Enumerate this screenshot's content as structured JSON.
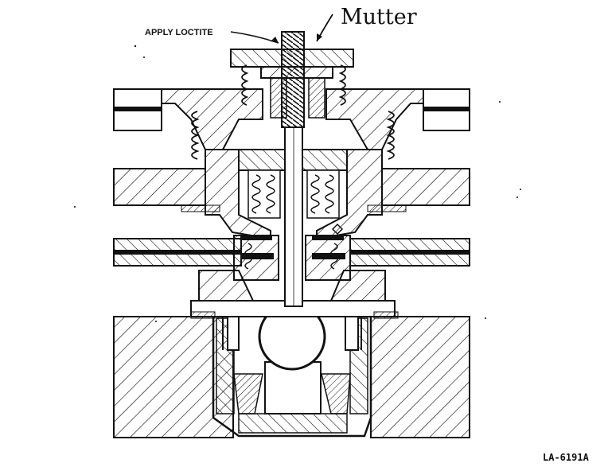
{
  "annotations": {
    "apply_loctite": "APPLY LOCTITE",
    "mutter": "Mutter"
  },
  "figure_id": "LA-6191A",
  "colors": {
    "ink": "#111111",
    "paper": "#ffffff"
  }
}
